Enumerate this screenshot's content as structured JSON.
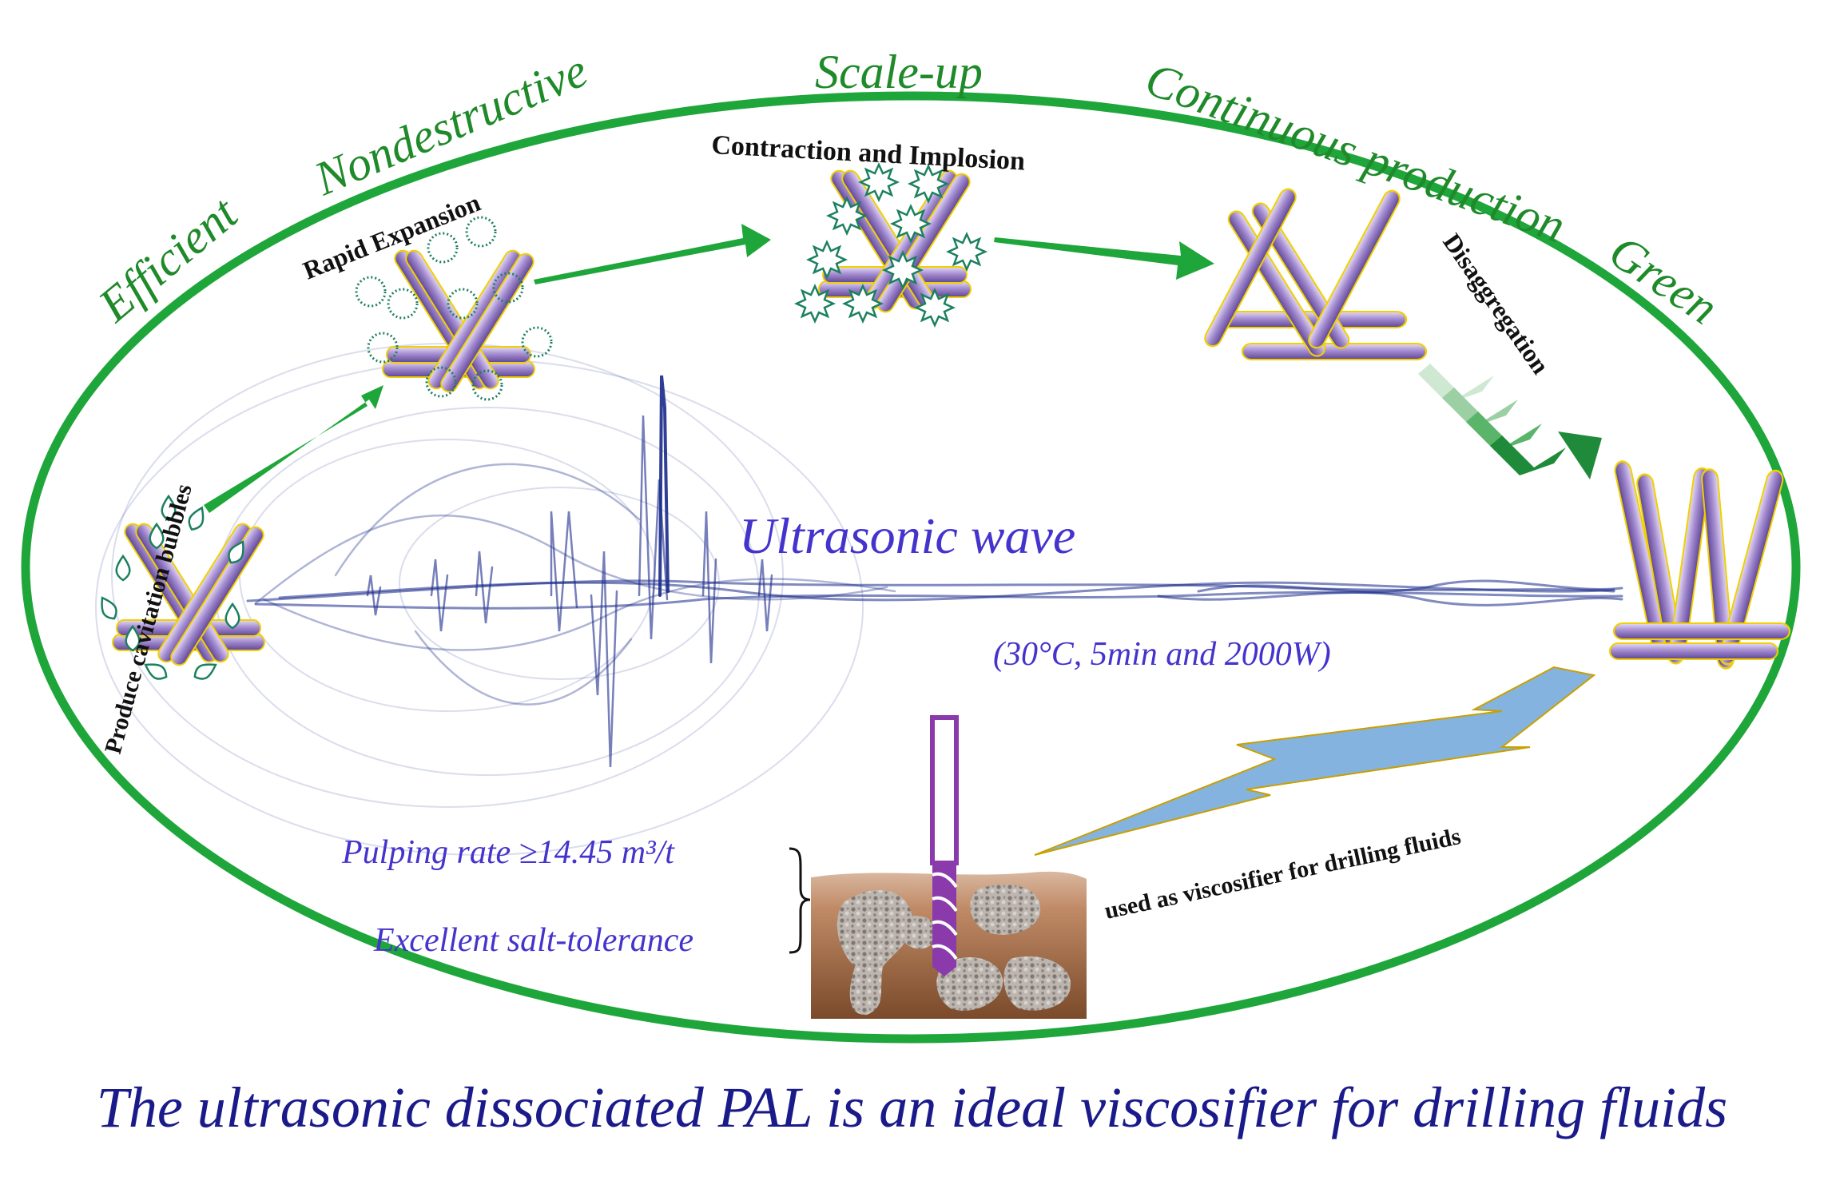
{
  "attributes": {
    "efficient": "Efficient",
    "nondestructive": "Nondestructive",
    "scale_up": "Scale-up",
    "continuous": "Continuous production",
    "green": "Green"
  },
  "steps": {
    "produce": "Produce cavitation bubbles",
    "expansion": "Rapid Expansion",
    "implosion": "Contraction and Implosion",
    "disaggregation": "Disaggregation"
  },
  "wave": {
    "title": "Ultrasonic wave",
    "conditions": "(30°C, 5min and 2000W)"
  },
  "properties": {
    "pulping": "Pulping rate ≥14.45 m³/t",
    "salt": "Excellent salt-tolerance"
  },
  "application": "used as viscosifier for drilling fluids",
  "caption": "The ultrasonic dissociated PAL is an  ideal viscosifier for drilling fluids",
  "colors": {
    "green": "#1fa63a",
    "rod": "#9a82c8",
    "wave": "#1a2a8a",
    "arrow_blue": "#85b3e0",
    "soil": "#b07a58"
  }
}
